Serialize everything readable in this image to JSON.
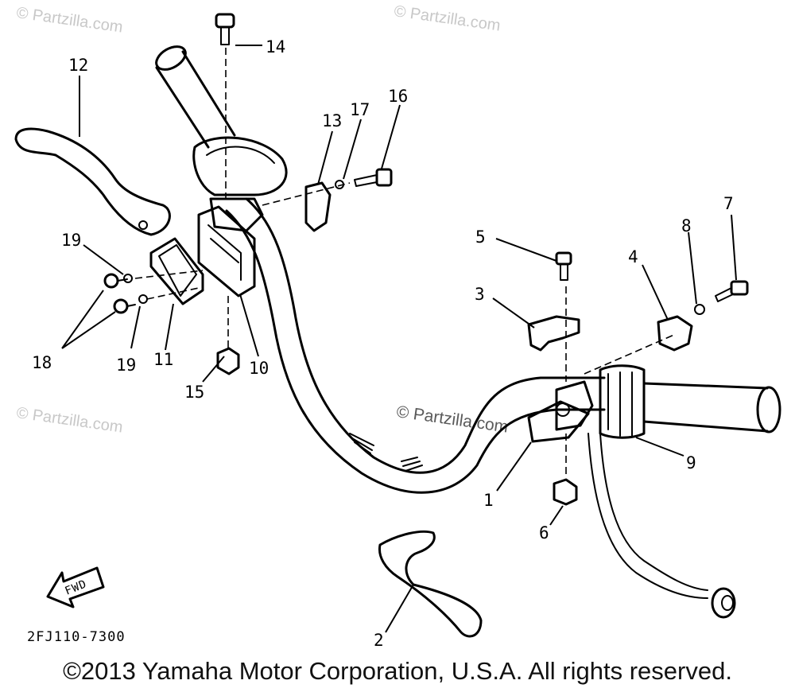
{
  "watermark": {
    "text": "© Partzilla.com",
    "center_text": "© Partzilla.com"
  },
  "callouts": [
    {
      "id": "c1",
      "label": "1"
    },
    {
      "id": "c2",
      "label": "2"
    },
    {
      "id": "c3",
      "label": "3"
    },
    {
      "id": "c4",
      "label": "4"
    },
    {
      "id": "c5",
      "label": "5"
    },
    {
      "id": "c6",
      "label": "6"
    },
    {
      "id": "c7",
      "label": "7"
    },
    {
      "id": "c8",
      "label": "8"
    },
    {
      "id": "c9",
      "label": "9"
    },
    {
      "id": "c10",
      "label": "10"
    },
    {
      "id": "c11",
      "label": "11"
    },
    {
      "id": "c12",
      "label": "12"
    },
    {
      "id": "c13",
      "label": "13"
    },
    {
      "id": "c14",
      "label": "14"
    },
    {
      "id": "c15",
      "label": "15"
    },
    {
      "id": "c16",
      "label": "16"
    },
    {
      "id": "c17",
      "label": "17"
    },
    {
      "id": "c18",
      "label": "18"
    },
    {
      "id": "c19a",
      "label": "19"
    },
    {
      "id": "c19b",
      "label": "19"
    }
  ],
  "fwd_label": "FWD",
  "diagram_code": "2FJ110-7300",
  "copyright": "©2013 Yamaha Motor Corporation, U.S.A. All rights reserved."
}
